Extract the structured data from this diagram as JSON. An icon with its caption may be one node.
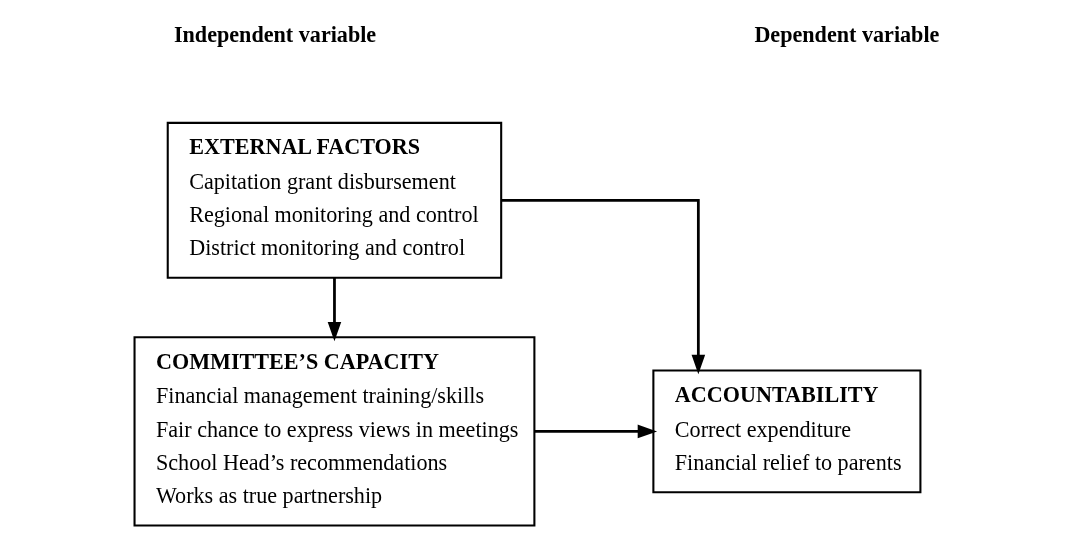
{
  "diagram": {
    "nodes": [
      {
        "text": [
          "EXTERNAL FACTORS",
          "Capitation grant disbursement",
          "Regional monitoring and control",
          "District monitoring and control"
        ]
      },
      {
        "text": [
          "COMMITTEE’S CAPACITY",
          "Financial management training/skills",
          "Fair chance to express views in meetings",
          "School Head’s recommendations",
          "Works as true partnership"
        ]
      },
      {
        "text": [
          "ACCOUNTABILITY",
          "Correct expenditure",
          "Financial relief to parents"
        ]
      }
    ],
    "edges": [
      {
        "from": 0,
        "to": 2,
        "arrow": "to"
      },
      {
        "from": 0,
        "to": 1,
        "arrow": "to"
      },
      {
        "from": 1,
        "to": 2,
        "arrow": "to"
      }
    ],
    "labels": [
      "Independent variable",
      "Dependent variable"
    ]
  }
}
